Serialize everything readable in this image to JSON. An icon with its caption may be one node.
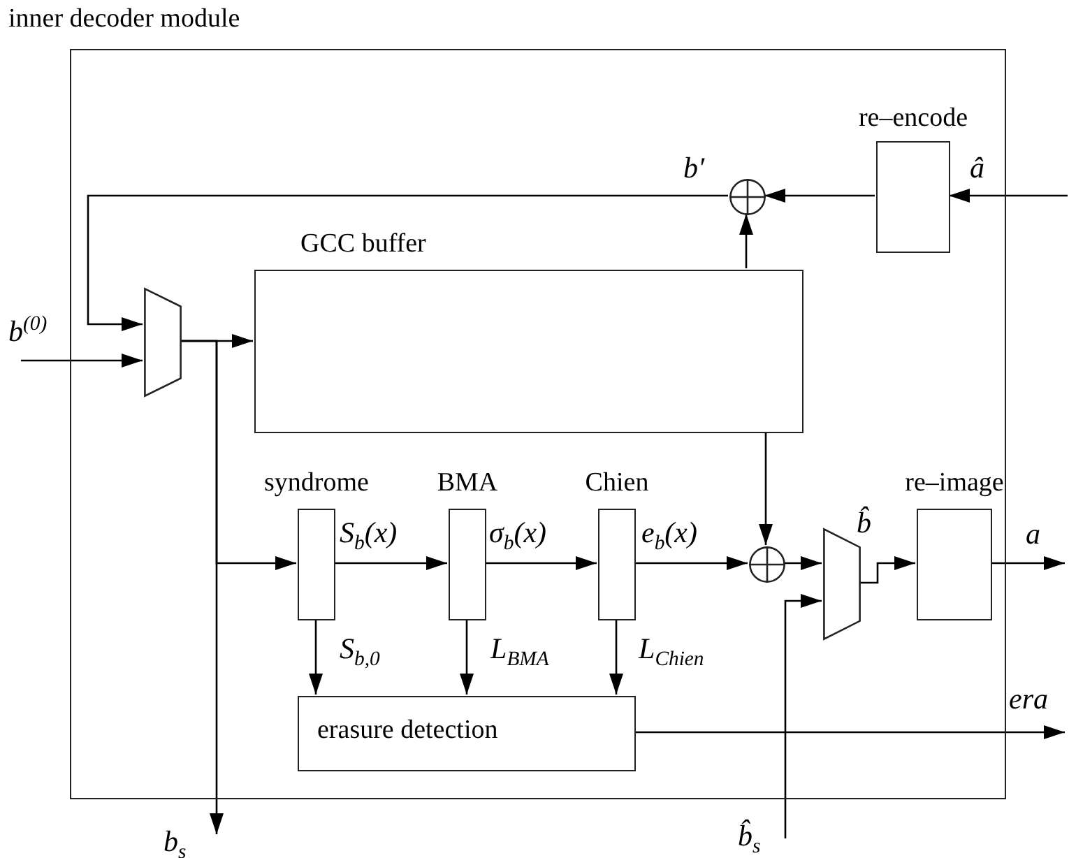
{
  "diagram": {
    "nodes": [
      {
        "text": [
          "inner decoder module"
        ]
      },
      {
        "text": [
          "re–encode"
        ],
        "in": 0
      },
      {
        "text": [],
        "shape": "circle",
        "in": 0
      },
      {
        "text": [
          "GCC buffer"
        ],
        "in": 0
      },
      {
        "text": [],
        "shape": "trapezoid",
        "in": 0
      },
      {
        "text": [
          "syndrome"
        ],
        "in": 0
      },
      {
        "text": [
          "BMA"
        ],
        "in": 0
      },
      {
        "text": [
          "Chien"
        ],
        "in": 0
      },
      {
        "text": [],
        "shape": "circle",
        "in": 0
      },
      {
        "text": [],
        "shape": "trapezoid",
        "in": 0
      },
      {
        "text": [
          "re–image"
        ],
        "in": 0
      },
      {
        "text": [
          "erasure detection"
        ],
        "in": 0
      }
    ],
    "edges": [
      {
        "from": null,
        "to": 4,
        "arrow": "to",
        "label": "b$^{(0)}$"
      },
      {
        "from": 2,
        "to": 4,
        "arrow": "to",
        "label": "b′"
      },
      {
        "from": 1,
        "to": 2,
        "arrow": "to"
      },
      {
        "from": null,
        "to": 1,
        "arrow": "to",
        "label": "â"
      },
      {
        "from": 3,
        "to": 2,
        "arrow": "to"
      },
      {
        "from": 4,
        "to": 3,
        "arrow": "to"
      },
      {
        "from": 4,
        "to": 5,
        "arrow": "to"
      },
      {
        "from": 4,
        "to": null,
        "arrow": "to",
        "label": "b$_{s}$"
      },
      {
        "from": 5,
        "to": 6,
        "arrow": "to",
        "label": "S$_{b}$(x)"
      },
      {
        "from": 6,
        "to": 7,
        "arrow": "to",
        "label": "σ$_{b}$(x)"
      },
      {
        "from": 7,
        "to": 8,
        "arrow": "to",
        "label": "e$_{b}$(x)"
      },
      {
        "from": 3,
        "to": 8,
        "arrow": "to"
      },
      {
        "from": 8,
        "to": 9,
        "arrow": "to"
      },
      {
        "from": null,
        "to": 9,
        "arrow": "to",
        "label": "b̂$_{s}$"
      },
      {
        "from": 9,
        "to": 10,
        "arrow": "to",
        "label": "b̂"
      },
      {
        "from": 10,
        "to": null,
        "arrow": "to",
        "label": "a"
      },
      {
        "from": 5,
        "to": 11,
        "arrow": "to",
        "label": "S$_{b,0}$"
      },
      {
        "from": 6,
        "to": 11,
        "arrow": "to",
        "label": "L$_{BMA}$"
      },
      {
        "from": 7,
        "to": 11,
        "arrow": "to",
        "label": "L$_{Chien}$"
      },
      {
        "from": 11,
        "to": null,
        "arrow": "to",
        "label": "era"
      }
    ]
  }
}
